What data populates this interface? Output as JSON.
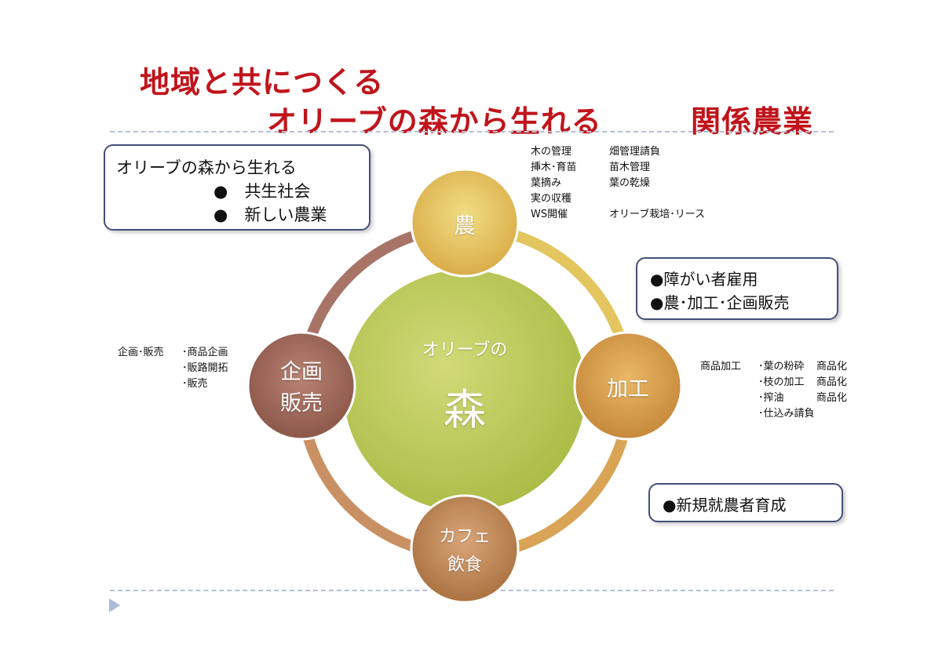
{
  "title": {
    "line1": "地域と共につくる",
    "line2": "オリーブの森から生れる",
    "line3": "関係農業"
  },
  "intro_box": {
    "heading": "オリーブの森から生れる",
    "items": [
      "●　共生社会",
      "●　新しい農業"
    ]
  },
  "center": {
    "caption": "オリーブの",
    "main": "森"
  },
  "nodes": {
    "agri": "農",
    "process": "加工",
    "cafe_line1": "カフェ",
    "cafe_line2": "飲食",
    "sales_line1": "企画",
    "sales_line2": "販売"
  },
  "agri_notes": {
    "col1": [
      "木の管理",
      "挿木･育苗",
      "葉摘み",
      "実の収穫",
      "WS開催"
    ],
    "col2": [
      "畑管理請負",
      "苗木管理",
      "葉の乾燥",
      "",
      "オリーブ栽培･リース"
    ]
  },
  "employment_box": {
    "items": [
      "●障がい者雇用",
      "●農･加工･企画販売"
    ]
  },
  "process_notes": {
    "label": "商品加工",
    "col1": [
      "･葉の粉砕",
      "･枝の加工",
      "･搾油",
      "･仕込み請負"
    ],
    "col2": [
      "商品化",
      "商品化",
      "商品化",
      ""
    ]
  },
  "newfarmer_box": {
    "item": "●新規就農者育成"
  },
  "sales_notes": {
    "label": "企画･販売",
    "items": [
      "･商品企画",
      "･販路開拓",
      "･販売"
    ]
  },
  "colors": {
    "title": "#c0141b",
    "box_border": "#44507a",
    "center_circle": "#bfcb5c",
    "agri": "#e8c85a",
    "process": "#dba24e",
    "cafe": "#c99265",
    "sales": "#a87062",
    "nav_arrow": "#a9bcd9"
  },
  "icons": {
    "nav": "triangle-right-icon"
  }
}
